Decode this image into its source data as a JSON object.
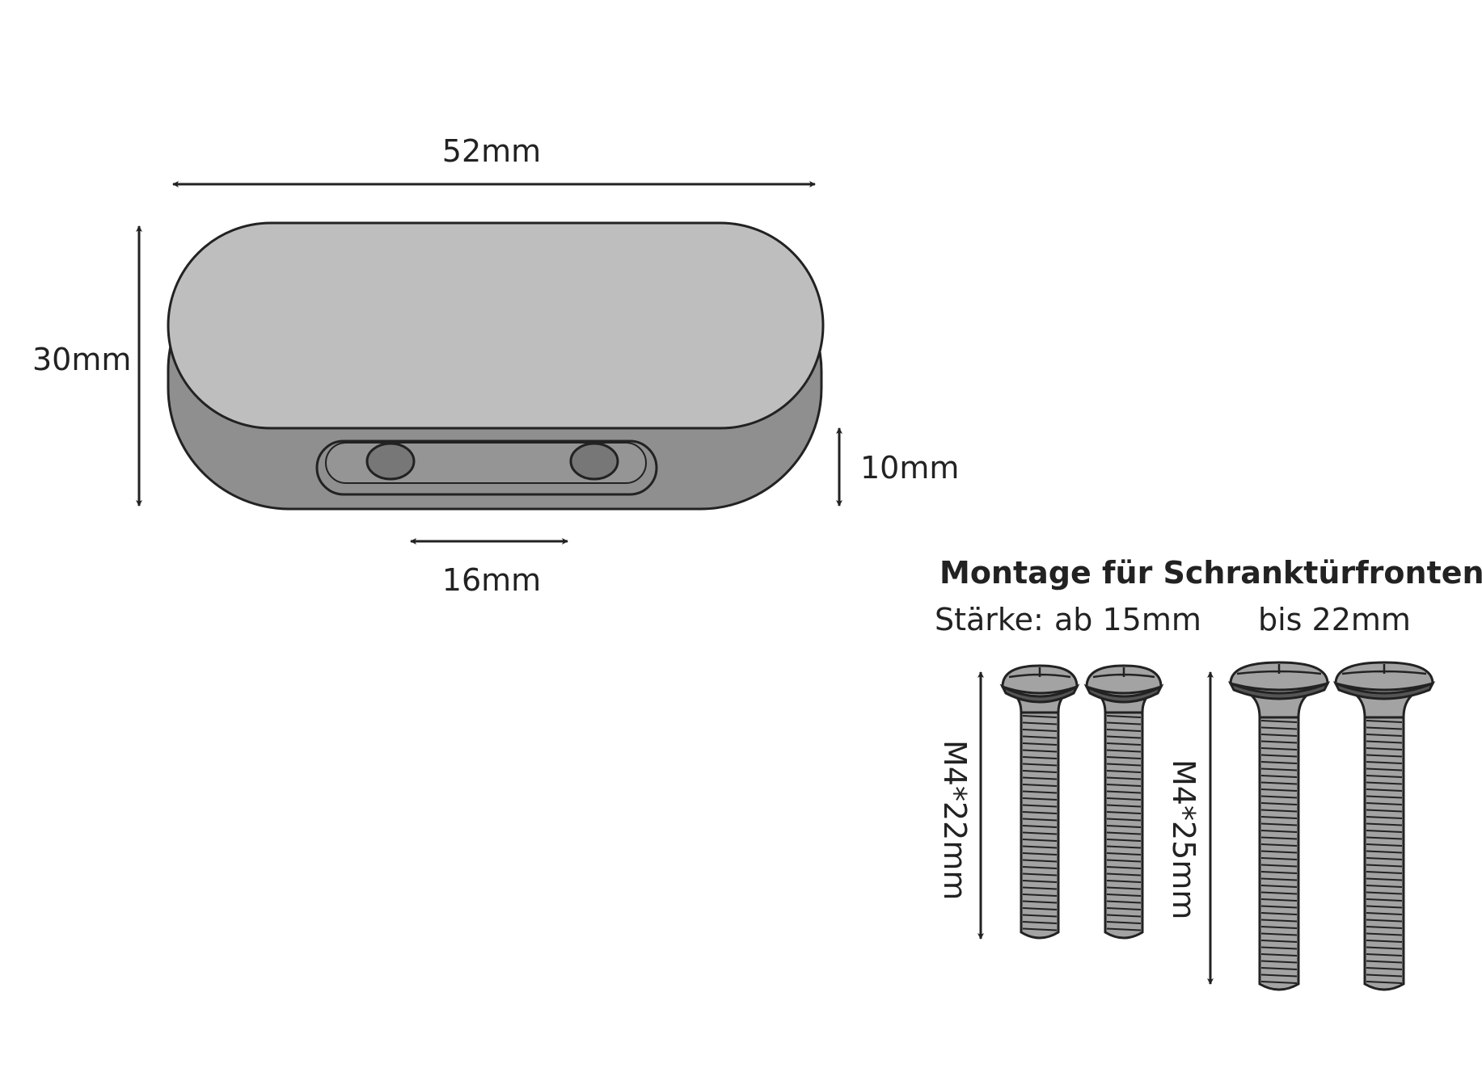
{
  "handle": {
    "width_label": "52mm",
    "height_label": "30mm",
    "depth_label": "10mm",
    "hole_spacing_label": "16mm"
  },
  "mounting": {
    "title": "Montage für Schranktürfronten",
    "thickness_label": "Stärke:",
    "thickness_min": "ab 15mm",
    "thickness_max": "bis 22mm",
    "screw_short_label": "M4*22mm",
    "screw_long_label": "M4*25mm"
  },
  "colors": {
    "top_face": "#bebebe",
    "side_face": "#8f8f8f",
    "screw": "#a3a3a3",
    "outline": "#222222"
  }
}
